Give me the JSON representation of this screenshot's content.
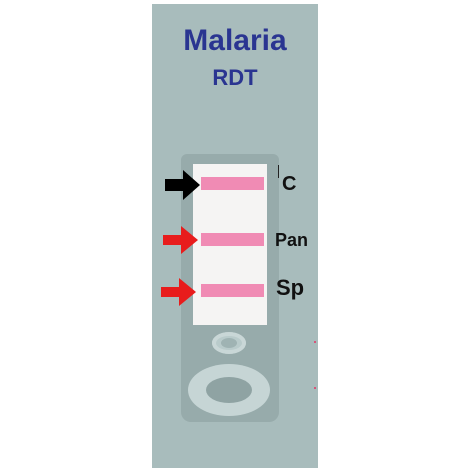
{
  "title": "Malaria",
  "subtitle": "RDT",
  "lines": [
    {
      "label": "C",
      "arrow_color": "#000000"
    },
    {
      "label": "Pan",
      "arrow_color": "#e81c1c"
    },
    {
      "label": "Sp",
      "arrow_color": "#e81c1c"
    }
  ],
  "colors": {
    "cassette": "#a8bcbc",
    "title_text": "#2a3591",
    "band": "#f08bb4",
    "strip": "#f5f4f3"
  }
}
